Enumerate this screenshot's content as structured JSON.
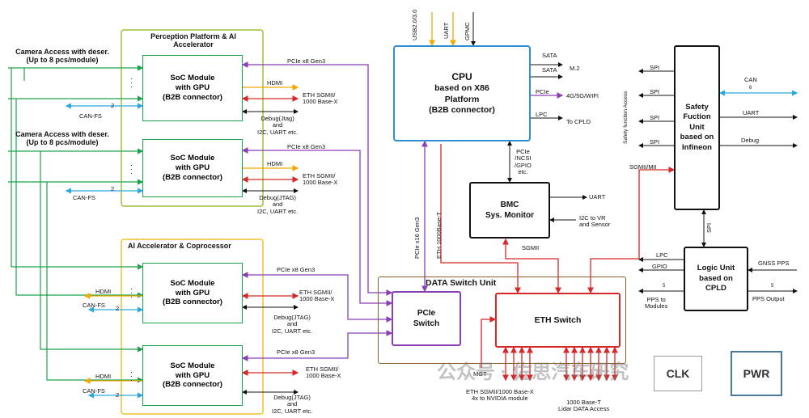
{
  "groups": {
    "perception": "Perception Platform & AI Accelerator",
    "ai_accel": "AI Accelerator & Coprocessor"
  },
  "camera": {
    "top_line1": "Camera Access with deser.",
    "top_line2": "(Up to 8 pcs/module)",
    "mid_line1": "Camera Access with deser.",
    "mid_line2": "(Up to 8 pcs/module)"
  },
  "soc": {
    "title": "SoC Module",
    "sub": "with GPU",
    "conn": "(B2B connector)"
  },
  "soc_labels": {
    "pcie_x8": "PCIe x8 Gen3",
    "hdmi": "HDMI",
    "eth1": "ETH SGMII/",
    "eth2": "1000 Base-X",
    "dbg1_a": "Debug(Jtag)",
    "dbg1_b": "and",
    "dbg1_c": "I2C, UART etc.",
    "dbg2_a": "Debug(JTAG)",
    "dbg2_b": "and",
    "dbg2_c": "I2C, UART etc.",
    "can_fs": "CAN-FS",
    "two": "2"
  },
  "cpu": {
    "title": "CPU",
    "line2": "based on X86",
    "line3": "Platform",
    "line4": "(B2B connector)",
    "top_usb": "USB2.0/3.0",
    "top_uart": "UART",
    "top_gpmc": "GPMC",
    "sata1": "SATA",
    "sata2": "SATA",
    "m2": "M.2",
    "pcie": "PCIe",
    "wifi": "4G/5G/WIFI",
    "lpc": "LPC",
    "to_cpld": "To CPLD",
    "pcie_ncsi_1": "PCIe",
    "pcie_ncsi_2": "/NCSI",
    "pcie_ncsi_3": "/GPIO",
    "pcie_ncsi_4": "etc."
  },
  "bmc": {
    "title": "BMC",
    "sub": "Sys. Monitor",
    "uart": "UART",
    "i2c1": "I2C to VR",
    "i2c2": "and Sensor",
    "sgmii": "SGMII"
  },
  "vertical": {
    "pcie_x16": "PCIe x16 Gen3",
    "eth_1000": "ETH 1000Base-T",
    "safety_access": "Safety function Access"
  },
  "safety": {
    "l1": "Safety",
    "l2": "Fuction",
    "l3": "Unit",
    "l4": "based on",
    "l5": "Infineon",
    "spi": "SPI",
    "can": "CAN",
    "can_n": "6",
    "uart": "UART",
    "debug": "Debug",
    "sgmii_mii": "SGMII/MII"
  },
  "logic": {
    "l1": "Logic Unit",
    "l2": "based on",
    "l3": "CPLD",
    "spi": "SPI",
    "lpc": "LPC",
    "gpio": "GPIO",
    "gnss": "GNSS PPS",
    "pps_mod1": "PPS to",
    "pps_mod2": "Modules",
    "pps_out": "PPS Output",
    "n5a": "5",
    "n5b": "5"
  },
  "switch_unit": {
    "title": "DATA Switch Unit",
    "pcie_sw1": "PCIe",
    "pcie_sw2": "Switch",
    "eth_sw": "ETH Switch",
    "mgt": "MGT",
    "eth_nv1": "ETH SGMII/1000 Base-X",
    "eth_nv2": "4x to NVIDIA module",
    "lidar1": "1000 Base-T",
    "lidar2": "Lidar DATA Access"
  },
  "extras": {
    "clk": "CLK",
    "pwr": "PWR",
    "watermark": "公众号 · 佐思汽车研究"
  }
}
